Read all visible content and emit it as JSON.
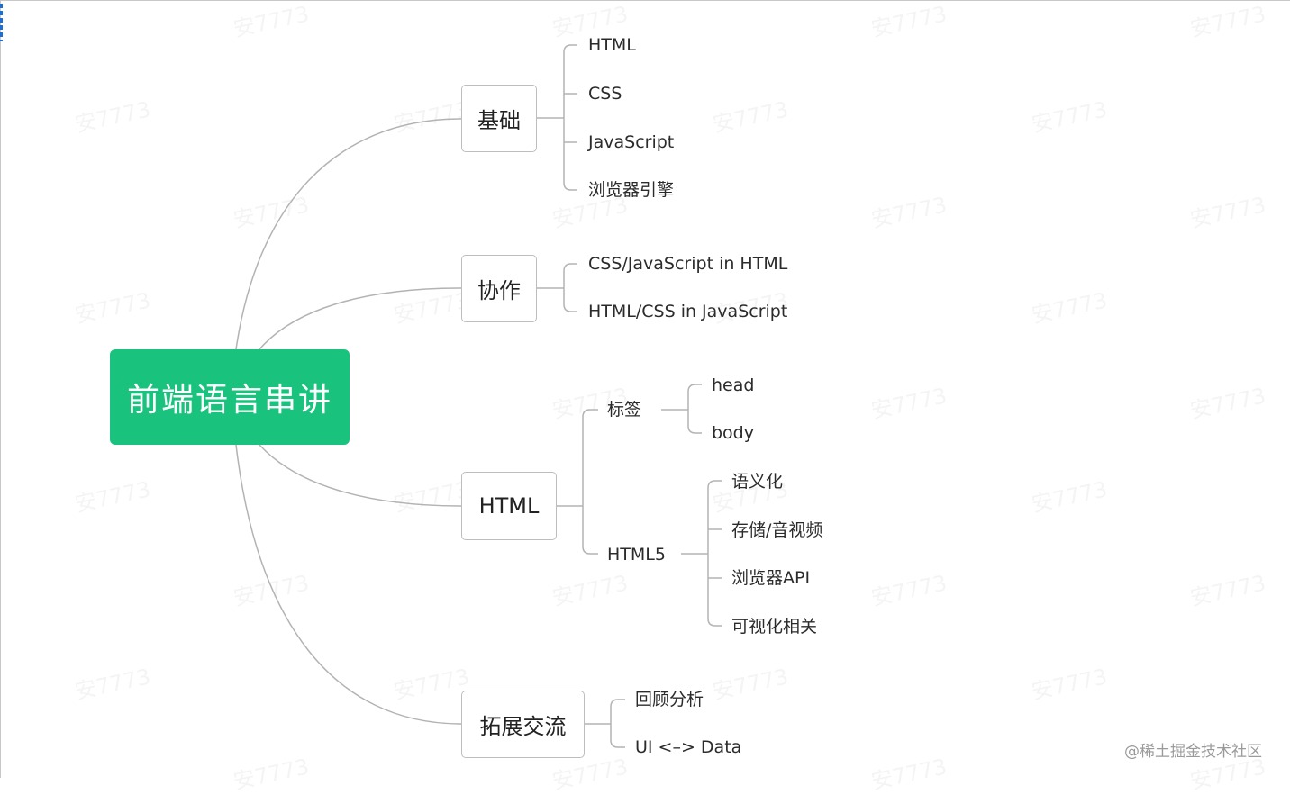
{
  "root": {
    "label": "前端语言串讲"
  },
  "branches": {
    "basics": {
      "label": "基础",
      "items": [
        "HTML",
        "CSS",
        "JavaScript",
        "浏览器引擎"
      ]
    },
    "collab": {
      "label": "协作",
      "items": [
        "CSS/JavaScript in HTML",
        "HTML/CSS in JavaScript"
      ]
    },
    "html": {
      "label": "HTML",
      "tags": {
        "label": "标签",
        "items": [
          "head",
          "body"
        ]
      },
      "html5": {
        "label": "HTML5",
        "items": [
          "语义化",
          "存储/音视频",
          "浏览器API",
          "可视化相关"
        ]
      }
    },
    "extend": {
      "label": "拓展交流",
      "items": [
        "回顾分析",
        "UI <–> Data"
      ]
    }
  },
  "watermark": "安7773",
  "footer": "@稀土掘金技术社区",
  "colors": {
    "root": "#19c27d",
    "line": "#b3b3b3",
    "border": "#bdbdbd"
  }
}
